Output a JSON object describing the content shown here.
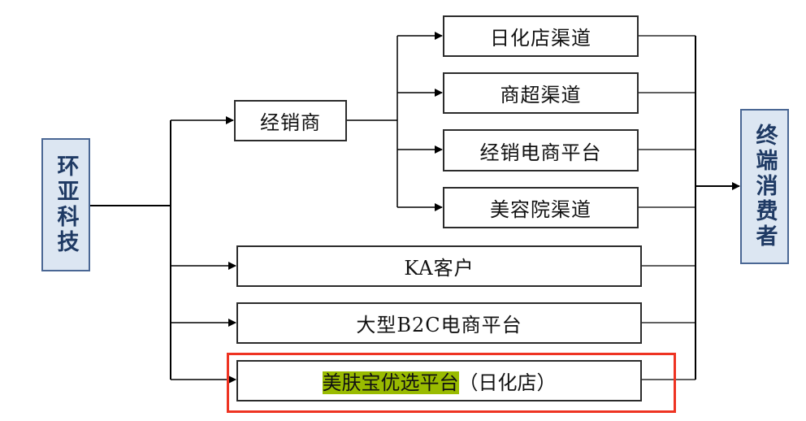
{
  "diagram": {
    "source": {
      "label": "环亚科技"
    },
    "target": {
      "label": "终端消费者"
    },
    "distributor": {
      "label": "经销商",
      "sub_channels": [
        {
          "label": "日化店渠道"
        },
        {
          "label": "商超渠道"
        },
        {
          "label": "经销电商平台"
        },
        {
          "label": "美容院渠道"
        }
      ]
    },
    "direct_channels": [
      {
        "label": "KA客户"
      },
      {
        "label": "大型B2C电商平台"
      }
    ],
    "highlighted_channel": {
      "highlight_chars": [
        "美",
        "肤",
        "宝",
        "优",
        "选",
        "平",
        "台"
      ],
      "suffix": "（日化店）"
    },
    "colors": {
      "highlight": "#99bb00",
      "emphasis_frame": "#ee3322",
      "endpoint_fill": "#dce6f2",
      "endpoint_text": "#1f3a64"
    }
  }
}
